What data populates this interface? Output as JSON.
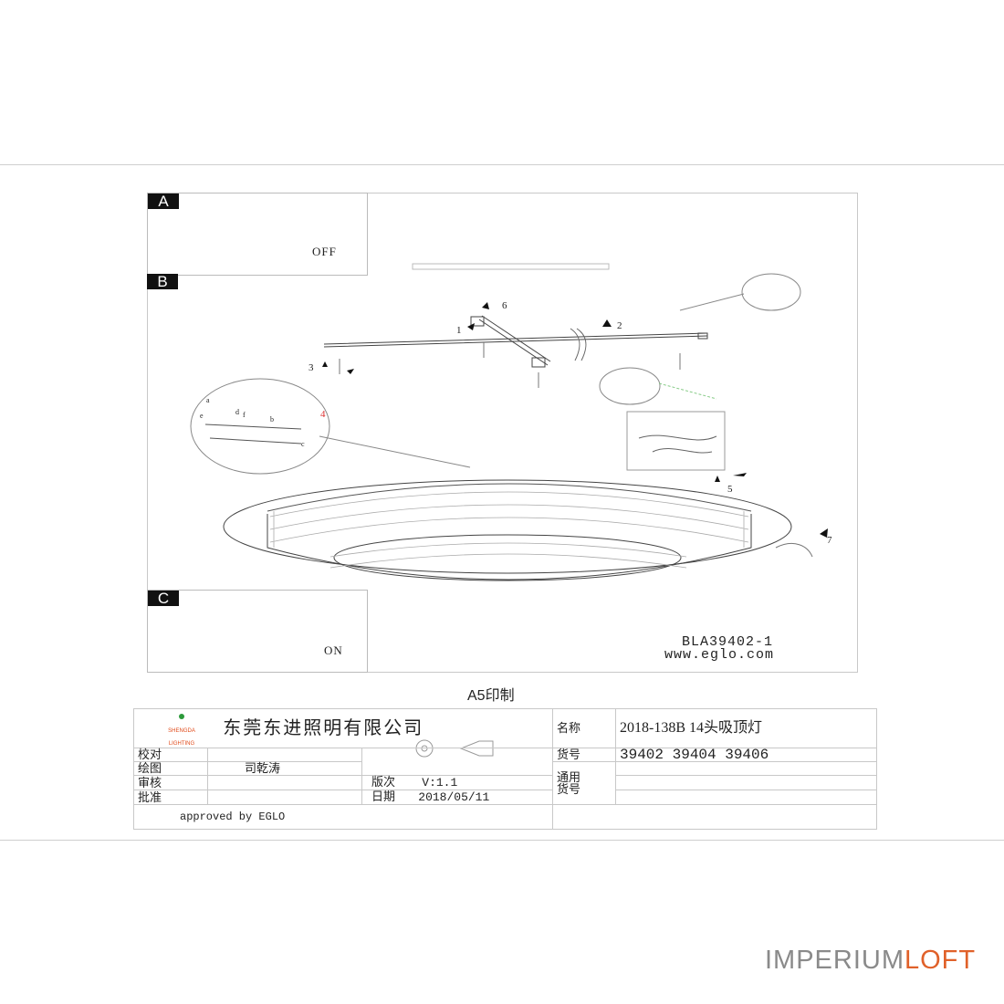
{
  "panels": {
    "a": {
      "tag": "A",
      "caption": "OFF"
    },
    "b": {
      "tag": "B"
    },
    "c": {
      "tag": "C",
      "caption": "ON"
    }
  },
  "step_numbers": [
    "1",
    "2",
    "3",
    "4",
    "5",
    "6",
    "7"
  ],
  "detail_letters": [
    "a",
    "b",
    "c",
    "d",
    "e",
    "f"
  ],
  "model_code": "BLA39402-1",
  "website": "www.eglo.com",
  "print_size": "A5印制",
  "title_block": {
    "logo_line1": "SHENGDA",
    "logo_line2": "LIGHTING",
    "company": "东莞东进照明有限公司",
    "rows": [
      {
        "label": "校对",
        "value": ""
      },
      {
        "label": "绘图",
        "value": "司乾涛"
      },
      {
        "label": "审核",
        "value": ""
      },
      {
        "label": "批准",
        "value": ""
      }
    ],
    "version_label": "版次",
    "version_value": "V:1.1",
    "date_label": "日期",
    "date_value": "2018/05/11",
    "name_label": "名称",
    "name_value": "2018-138B 14头吸顶灯",
    "item_label": "货号",
    "item_value": "39402 39404 39406",
    "common_label_1": "通用",
    "common_label_2": "货号",
    "approved": "approved by EGLO"
  },
  "watermark": {
    "part1": "IMPERIUM",
    "part2": "LOFT"
  }
}
